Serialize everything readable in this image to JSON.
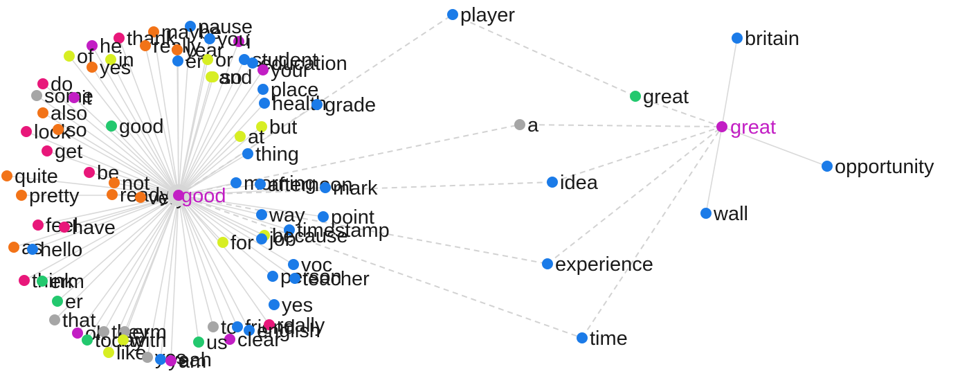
{
  "colors": {
    "blue": "#1b7be8",
    "orange": "#f27318",
    "pink": "#e8177a",
    "magenta": "#c21ec4",
    "green": "#23c86e",
    "yellow": "#d7ee23",
    "gray": "#a6a6a6",
    "hub_text": "#c21ec4",
    "edge": "#d4d4d4"
  },
  "graph": {
    "hubs": [
      {
        "id": "good",
        "label": "good",
        "color": "magenta"
      },
      {
        "id": "great_hub",
        "label": "great",
        "color": "magenta"
      }
    ],
    "nodes": [
      {
        "id": "pause",
        "label": "pause",
        "color": "blue"
      },
      {
        "id": "maybe",
        "label": "maybe",
        "color": "orange"
      },
      {
        "id": "i",
        "label": "i",
        "color": "magenta"
      },
      {
        "id": "thank",
        "label": "thank",
        "color": "pink"
      },
      {
        "id": "really",
        "label": "really",
        "color": "orange"
      },
      {
        "id": "you",
        "label": "you",
        "color": "blue"
      },
      {
        "id": "he",
        "label": "he",
        "color": "magenta"
      },
      {
        "id": "year",
        "label": "year",
        "color": "orange"
      },
      {
        "id": "or",
        "label": "or",
        "color": "yellow"
      },
      {
        "id": "of",
        "label": "of",
        "color": "yellow"
      },
      {
        "id": "in",
        "label": "in",
        "color": "yellow"
      },
      {
        "id": "yes",
        "label": "yes",
        "color": "orange"
      },
      {
        "id": "er",
        "label": "er",
        "color": "blue"
      },
      {
        "id": "so",
        "label": "so",
        "color": "yellow"
      },
      {
        "id": "student",
        "label": "student",
        "color": "blue"
      },
      {
        "id": "education",
        "label": "education",
        "color": "blue"
      },
      {
        "id": "your",
        "label": "your",
        "color": "magenta"
      },
      {
        "id": "and",
        "label": "and",
        "color": "yellow"
      },
      {
        "id": "do",
        "label": "do",
        "color": "pink"
      },
      {
        "id": "some",
        "label": "some",
        "color": "gray"
      },
      {
        "id": "it",
        "label": "it",
        "color": "magenta"
      },
      {
        "id": "place",
        "label": "place",
        "color": "blue"
      },
      {
        "id": "health",
        "label": "health",
        "color": "blue"
      },
      {
        "id": "grade",
        "label": "grade",
        "color": "blue"
      },
      {
        "id": "also",
        "label": "also",
        "color": "orange"
      },
      {
        "id": "good_near",
        "label": "good",
        "color": "green"
      },
      {
        "id": "look",
        "label": "look",
        "color": "pink"
      },
      {
        "id": "so2",
        "label": "so",
        "color": "orange"
      },
      {
        "id": "but",
        "label": "but",
        "color": "yellow"
      },
      {
        "id": "at",
        "label": "at",
        "color": "yellow"
      },
      {
        "id": "get",
        "label": "get",
        "color": "pink"
      },
      {
        "id": "thing",
        "label": "thing",
        "color": "blue"
      },
      {
        "id": "quite",
        "label": "quite",
        "color": "orange"
      },
      {
        "id": "be",
        "label": "be",
        "color": "pink"
      },
      {
        "id": "not",
        "label": "not",
        "color": "orange"
      },
      {
        "id": "morning",
        "label": "morning",
        "color": "blue"
      },
      {
        "id": "afternoon",
        "label": "afternoon",
        "color": "blue"
      },
      {
        "id": "mark",
        "label": "mark",
        "color": "blue"
      },
      {
        "id": "pretty",
        "label": "pretty",
        "color": "orange"
      },
      {
        "id": "ready",
        "label": "ready",
        "color": "orange"
      },
      {
        "id": "very",
        "label": "very",
        "color": "orange"
      },
      {
        "id": "way",
        "label": "way",
        "color": "blue"
      },
      {
        "id": "point",
        "label": "point",
        "color": "blue"
      },
      {
        "id": "feel",
        "label": "feel",
        "color": "pink"
      },
      {
        "id": "have",
        "label": "have",
        "color": "pink"
      },
      {
        "id": "timestamp",
        "label": "timestamp",
        "color": "blue"
      },
      {
        "id": "because",
        "label": "because",
        "color": "yellow"
      },
      {
        "id": "job",
        "label": "job",
        "color": "blue"
      },
      {
        "id": "for",
        "label": "for",
        "color": "yellow"
      },
      {
        "id": "as",
        "label": "as",
        "color": "orange"
      },
      {
        "id": "hello",
        "label": "hello",
        "color": "blue"
      },
      {
        "id": "voc",
        "label": "voc",
        "color": "blue"
      },
      {
        "id": "person",
        "label": "person",
        "color": "blue"
      },
      {
        "id": "teacher",
        "label": "teacher",
        "color": "blue"
      },
      {
        "id": "think",
        "label": "think",
        "color": "pink"
      },
      {
        "id": "erm",
        "label": "erm",
        "color": "green"
      },
      {
        "id": "er2",
        "label": "er",
        "color": "green"
      },
      {
        "id": "yes2",
        "label": "yes",
        "color": "blue"
      },
      {
        "id": "that",
        "label": "that",
        "color": "gray"
      },
      {
        "id": "to",
        "label": "to",
        "color": "gray"
      },
      {
        "id": "friend",
        "label": "friend",
        "color": "blue"
      },
      {
        "id": "really2",
        "label": "really",
        "color": "pink"
      },
      {
        "id": "english",
        "label": "english",
        "color": "blue"
      },
      {
        "id": "clear",
        "label": "clear",
        "color": "magenta"
      },
      {
        "id": "us",
        "label": "us",
        "color": "green"
      },
      {
        "id": "ok",
        "label": "ok",
        "color": "magenta"
      },
      {
        "id": "they",
        "label": "they",
        "color": "gray"
      },
      {
        "id": "erm2",
        "label": "erm",
        "color": "gray"
      },
      {
        "id": "today",
        "label": "today",
        "color": "green"
      },
      {
        "id": "with",
        "label": "with",
        "color": "yellow"
      },
      {
        "id": "like",
        "label": "like",
        "color": "yellow"
      },
      {
        "id": "yes3",
        "label": "yes",
        "color": "gray"
      },
      {
        "id": "yeah",
        "label": "yeah",
        "color": "blue"
      },
      {
        "id": "am",
        "label": "am",
        "color": "magenta"
      },
      {
        "id": "player",
        "label": "player",
        "color": "blue"
      },
      {
        "id": "great_adj",
        "label": "great",
        "color": "green"
      },
      {
        "id": "a",
        "label": "a",
        "color": "gray"
      },
      {
        "id": "idea",
        "label": "idea",
        "color": "blue"
      },
      {
        "id": "experience",
        "label": "experience",
        "color": "blue"
      },
      {
        "id": "time",
        "label": "time",
        "color": "blue"
      },
      {
        "id": "britain",
        "label": "britain",
        "color": "blue"
      },
      {
        "id": "opportunity",
        "label": "opportunity",
        "color": "blue"
      },
      {
        "id": "wall",
        "label": "wall",
        "color": "blue"
      }
    ],
    "dashed_edges": [
      [
        "good",
        "player"
      ],
      [
        "good",
        "a"
      ],
      [
        "good",
        "idea"
      ],
      [
        "good",
        "experience"
      ],
      [
        "good",
        "time"
      ],
      [
        "player",
        "great_adj"
      ],
      [
        "great_adj",
        "great_hub"
      ],
      [
        "a",
        "great_hub"
      ],
      [
        "idea",
        "great_hub"
      ],
      [
        "experience",
        "great_hub"
      ],
      [
        "time",
        "great_hub"
      ]
    ],
    "solid_edges": [
      [
        "great_hub",
        "britain"
      ],
      [
        "great_hub",
        "opportunity"
      ],
      [
        "great_hub",
        "wall"
      ]
    ]
  }
}
